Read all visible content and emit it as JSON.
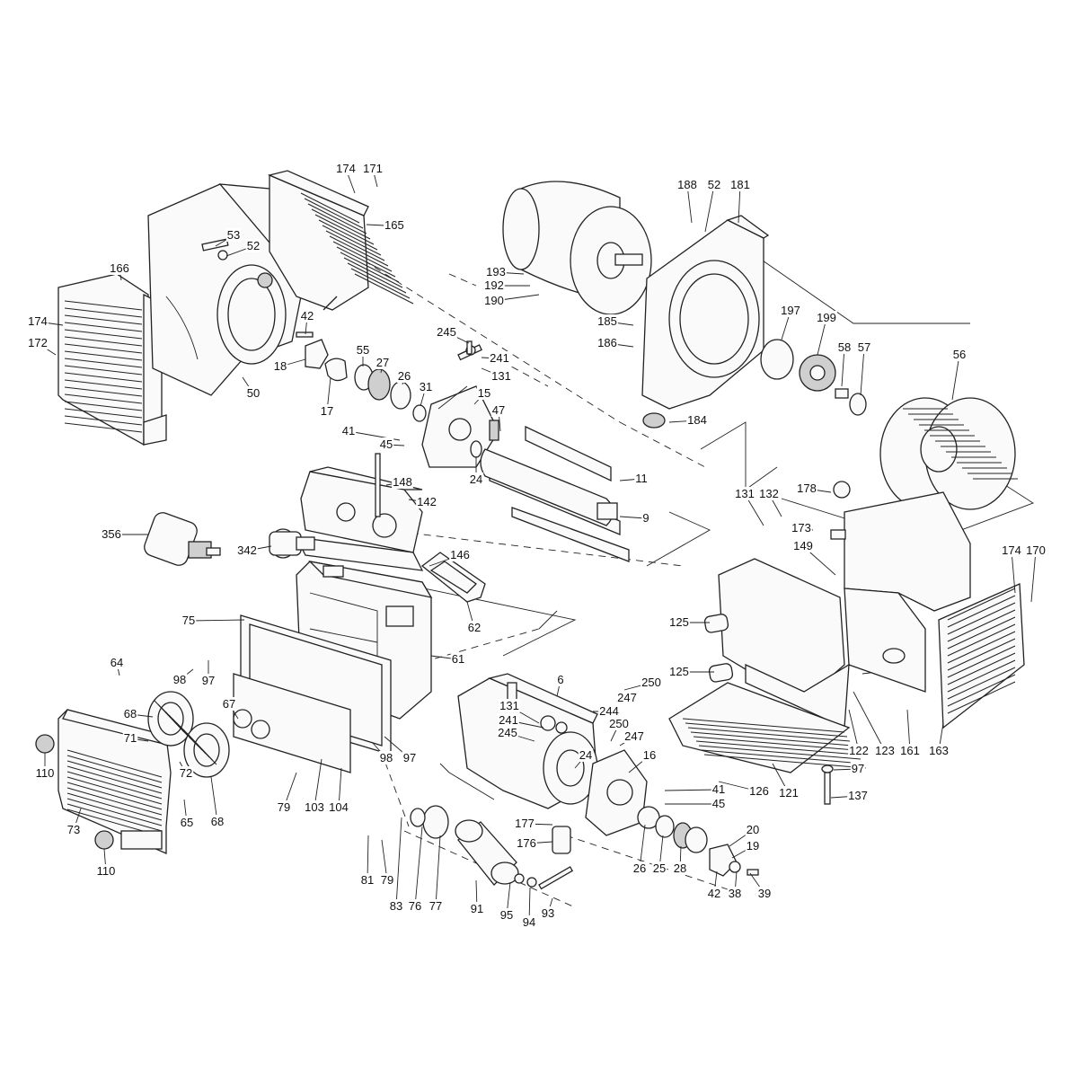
{
  "diagram": {
    "type": "exploded-parts-drawing",
    "callouts": [
      {
        "id": "c174a",
        "label": "174"
      },
      {
        "id": "c171",
        "label": "171"
      },
      {
        "id": "c165",
        "label": "165"
      },
      {
        "id": "c53",
        "label": "53"
      },
      {
        "id": "c52a",
        "label": "52"
      },
      {
        "id": "c166",
        "label": "166"
      },
      {
        "id": "c174b",
        "label": "174"
      },
      {
        "id": "c172",
        "label": "172"
      },
      {
        "id": "c42a",
        "label": "42"
      },
      {
        "id": "c55",
        "label": "55"
      },
      {
        "id": "c27",
        "label": "27"
      },
      {
        "id": "c26a",
        "label": "26"
      },
      {
        "id": "c31",
        "label": "31"
      },
      {
        "id": "c18",
        "label": "18"
      },
      {
        "id": "c50",
        "label": "50"
      },
      {
        "id": "c17",
        "label": "17"
      },
      {
        "id": "c245a",
        "label": "245"
      },
      {
        "id": "c241a",
        "label": "241"
      },
      {
        "id": "c131a",
        "label": "131"
      },
      {
        "id": "c15",
        "label": "15"
      },
      {
        "id": "c47",
        "label": "47"
      },
      {
        "id": "c41a",
        "label": "41"
      },
      {
        "id": "c45a",
        "label": "45"
      },
      {
        "id": "c24a",
        "label": "24"
      },
      {
        "id": "c11",
        "label": "11"
      },
      {
        "id": "c9",
        "label": "9"
      },
      {
        "id": "c148",
        "label": "148"
      },
      {
        "id": "c142",
        "label": "142"
      },
      {
        "id": "c356",
        "label": "356"
      },
      {
        "id": "c342",
        "label": "342"
      },
      {
        "id": "c146",
        "label": "146"
      },
      {
        "id": "c62",
        "label": "62"
      },
      {
        "id": "c75",
        "label": "75"
      },
      {
        "id": "c61",
        "label": "61"
      },
      {
        "id": "c64",
        "label": "64"
      },
      {
        "id": "c98a",
        "label": "98"
      },
      {
        "id": "c97a",
        "label": "97"
      },
      {
        "id": "c67",
        "label": "67"
      },
      {
        "id": "c68a",
        "label": "68"
      },
      {
        "id": "c71",
        "label": "71"
      },
      {
        "id": "c110a",
        "label": "110"
      },
      {
        "id": "c72",
        "label": "72"
      },
      {
        "id": "c65",
        "label": "65"
      },
      {
        "id": "c68b",
        "label": "68"
      },
      {
        "id": "c73",
        "label": "73"
      },
      {
        "id": "c110b",
        "label": "110"
      },
      {
        "id": "c79a",
        "label": "79"
      },
      {
        "id": "c103",
        "label": "103"
      },
      {
        "id": "c104",
        "label": "104"
      },
      {
        "id": "c98b",
        "label": "98"
      },
      {
        "id": "c97b",
        "label": "97"
      },
      {
        "id": "c81",
        "label": "81"
      },
      {
        "id": "c79b",
        "label": "79"
      },
      {
        "id": "c83",
        "label": "83"
      },
      {
        "id": "c76",
        "label": "76"
      },
      {
        "id": "c77",
        "label": "77"
      },
      {
        "id": "c91",
        "label": "91"
      },
      {
        "id": "c95",
        "label": "95"
      },
      {
        "id": "c94",
        "label": "94"
      },
      {
        "id": "c93",
        "label": "93"
      },
      {
        "id": "c6",
        "label": "6"
      },
      {
        "id": "c250a",
        "label": "250"
      },
      {
        "id": "c247a",
        "label": "247"
      },
      {
        "id": "c244",
        "label": "244"
      },
      {
        "id": "c131b",
        "label": "131"
      },
      {
        "id": "c241b",
        "label": "241"
      },
      {
        "id": "c245b",
        "label": "245"
      },
      {
        "id": "c250b",
        "label": "250"
      },
      {
        "id": "c247b",
        "label": "247"
      },
      {
        "id": "c24b",
        "label": "24"
      },
      {
        "id": "c16",
        "label": "16"
      },
      {
        "id": "c41b",
        "label": "41"
      },
      {
        "id": "c45b",
        "label": "45"
      },
      {
        "id": "c177",
        "label": "177"
      },
      {
        "id": "c176",
        "label": "176"
      },
      {
        "id": "c26b",
        "label": "26"
      },
      {
        "id": "c25",
        "label": "25"
      },
      {
        "id": "c28",
        "label": "28"
      },
      {
        "id": "c20",
        "label": "20"
      },
      {
        "id": "c19",
        "label": "19"
      },
      {
        "id": "c42b",
        "label": "42"
      },
      {
        "id": "c38",
        "label": "38"
      },
      {
        "id": "c39",
        "label": "39"
      },
      {
        "id": "c188",
        "label": "188"
      },
      {
        "id": "c52b",
        "label": "52"
      },
      {
        "id": "c181",
        "label": "181"
      },
      {
        "id": "c193",
        "label": "193"
      },
      {
        "id": "c192",
        "label": "192"
      },
      {
        "id": "c190",
        "label": "190"
      },
      {
        "id": "c185",
        "label": "185"
      },
      {
        "id": "c186",
        "label": "186"
      },
      {
        "id": "c197",
        "label": "197"
      },
      {
        "id": "c199",
        "label": "199"
      },
      {
        "id": "c58",
        "label": "58"
      },
      {
        "id": "c57",
        "label": "57"
      },
      {
        "id": "c56",
        "label": "56"
      },
      {
        "id": "c184",
        "label": "184"
      },
      {
        "id": "c131c",
        "label": "131"
      },
      {
        "id": "c132",
        "label": "132"
      },
      {
        "id": "c178",
        "label": "178"
      },
      {
        "id": "c173",
        "label": "173"
      },
      {
        "id": "c149",
        "label": "149"
      },
      {
        "id": "c174c",
        "label": "174"
      },
      {
        "id": "c170",
        "label": "170"
      },
      {
        "id": "c125a",
        "label": "125"
      },
      {
        "id": "c125b",
        "label": "125"
      },
      {
        "id": "c122",
        "label": "122"
      },
      {
        "id": "c123",
        "label": "123"
      },
      {
        "id": "c161",
        "label": "161"
      },
      {
        "id": "c163",
        "label": "163"
      },
      {
        "id": "c121",
        "label": "121"
      },
      {
        "id": "c126",
        "label": "126"
      },
      {
        "id": "c97c",
        "label": "97"
      },
      {
        "id": "c137",
        "label": "137"
      }
    ]
  }
}
